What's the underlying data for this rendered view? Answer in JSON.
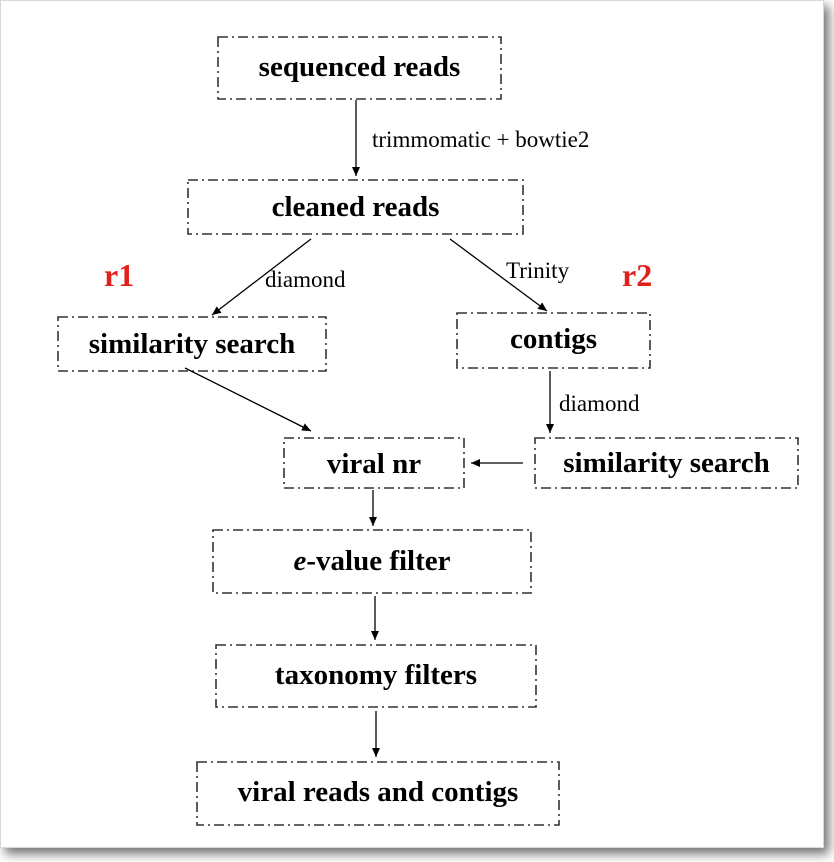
{
  "nodes": {
    "sequenced_reads": "sequenced reads",
    "cleaned_reads": "cleaned reads",
    "similarity_search_r1": "similarity search",
    "contigs": "contigs",
    "viral_nr": "viral nr",
    "similarity_search_r2": "similarity search",
    "evalue_filter_prefix": "e",
    "evalue_filter_suffix": "-value filter",
    "taxonomy_filters": "taxonomy filters",
    "viral_reads_and_contigs": "viral reads and contigs"
  },
  "edge_labels": {
    "trim": "trimmomatic + bowtie2",
    "diamond_r1": "diamond",
    "trinity": "Trinity",
    "diamond_r2": "diamond"
  },
  "branches": {
    "r1": "r1",
    "r2": "r2"
  },
  "colors": {
    "branch_label": "#e0201a",
    "box_border": "#333333",
    "arrow": "#000000"
  }
}
